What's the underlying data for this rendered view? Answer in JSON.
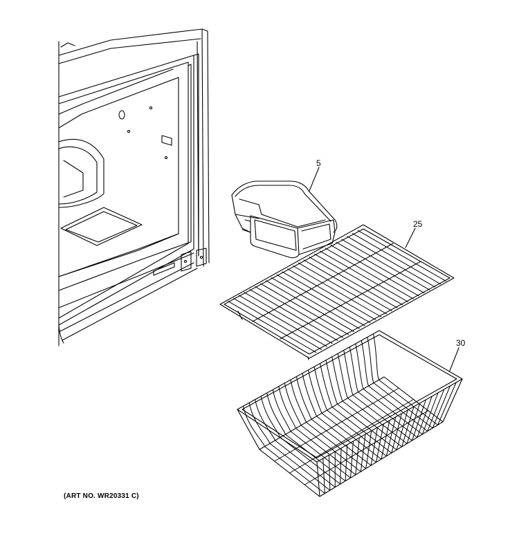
{
  "diagram": {
    "callouts": [
      {
        "id": "ice-bucket",
        "label": "5"
      },
      {
        "id": "shelf",
        "label": "25"
      },
      {
        "id": "basket",
        "label": "30"
      }
    ],
    "art_number": "(ART NO. WR20331 C)"
  }
}
